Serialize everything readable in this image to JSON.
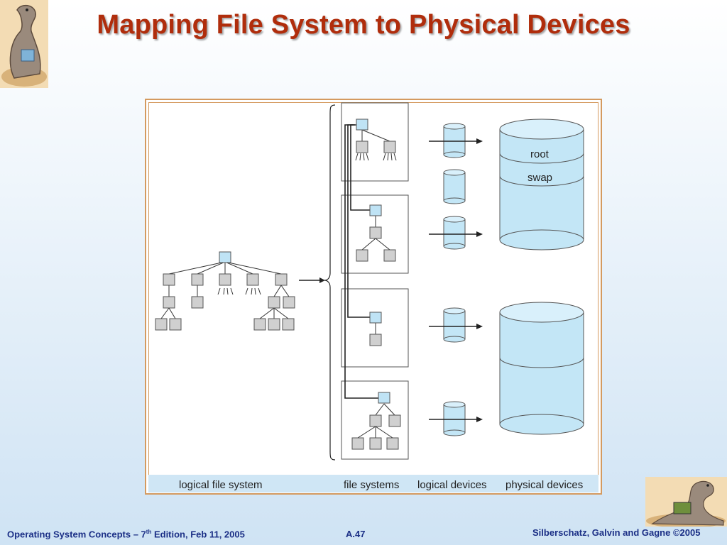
{
  "slide": {
    "title": "Mapping File System to Physical Devices"
  },
  "diagram": {
    "labels": {
      "logical_file_system": "logical file system",
      "file_systems": "file systems",
      "logical_devices": "logical devices",
      "physical_devices": "physical devices"
    },
    "disk_partitions": {
      "root": "root",
      "swap": "swap"
    }
  },
  "footer": {
    "course": "Operating System Concepts – 7",
    "course_sup": "th",
    "course_rest": " Edition, Feb 11, 2005",
    "page": "A.47",
    "copyright": "Silberschatz, Galvin and Gagne ©2005"
  },
  "colors": {
    "title": "#b02d0c",
    "footer": "#1b2f86",
    "node_root": "#bfe3f5",
    "node": "#d0d0d0",
    "disk_fill": "#c3e6f6",
    "frame": "#d49a5f"
  },
  "icons": [
    "dinosaur-logo-top",
    "dinosaur-logo-bottom"
  ]
}
